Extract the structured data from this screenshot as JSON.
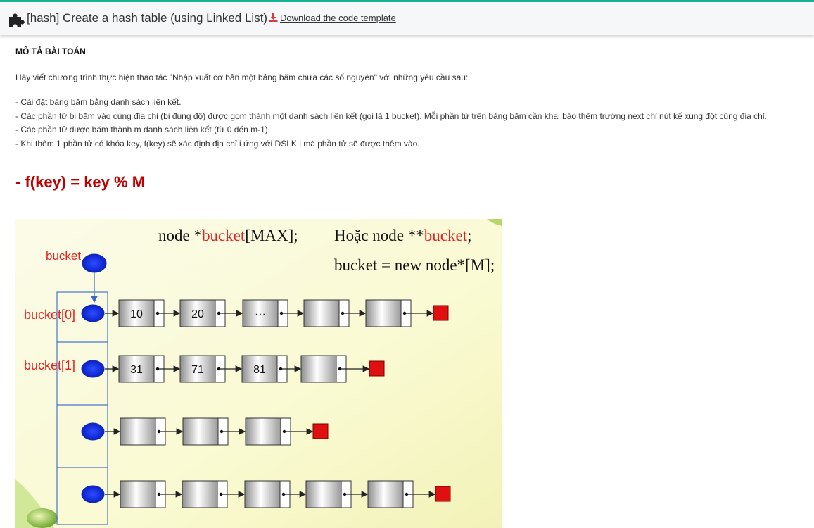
{
  "header": {
    "title": "[hash] Create a hash table (using Linked List)",
    "download_label": "Download the code template"
  },
  "description": {
    "heading": "MÔ TẢ BÀI TOÁN",
    "intro": "Hãy viết chương trình thực hiện thao tác \"Nhập xuất cơ bản một bảng băm chứa các số nguyên\" với những yêu cầu sau:",
    "requirements": [
      "- Cài đặt bảng băm bằng danh sách liên kết.",
      "- Các phần tử bị băm vào cùng địa chỉ (bị đụng độ) được gom thành một danh sách liên kết (gọi là 1 bucket). Mỗi phần tử trên bảng băm cần khai báo thêm trường next chỉ nút kế xung đột cùng địa chỉ.",
      "- Các phần tử được băm thành m danh sách liên kết (từ 0 đến m-1).",
      "- Khi thêm 1 phần tử có khóa key, f(key) sẽ xác định địa chỉ i ứng với DSLK i mà phần tử sẽ được thêm vào."
    ],
    "formula": "- f(key) = key % M"
  },
  "figure": {
    "code_left_prefix": "node *",
    "code_left_keyword": "bucket",
    "code_left_suffix": "[MAX];",
    "code_right_prefix": "Hoặc node **",
    "code_right_keyword": "bucket",
    "code_right_suffix": ";",
    "code_new": "bucket = new node*[M];",
    "label_bucket": "bucket",
    "label_bucket0": "bucket[0]",
    "label_bucket1": "bucket[1]",
    "row0_values": [
      "10",
      "20",
      "···",
      "",
      ""
    ],
    "row1_values": [
      "31",
      "71",
      "81",
      ""
    ]
  },
  "colors": {
    "accent": "#18b394",
    "formula": "#c00000",
    "figure_red": "#e62020",
    "node_blue": "#1f3fe0"
  }
}
